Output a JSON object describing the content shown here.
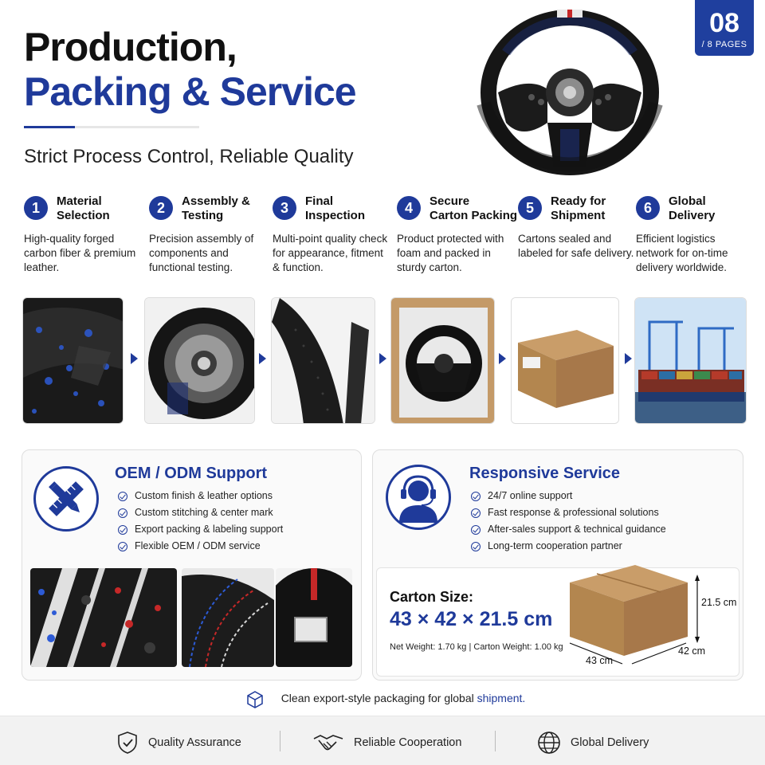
{
  "badge": {
    "number": "08",
    "label": "/ 8 PAGES"
  },
  "header": {
    "title_line1": "Production,",
    "title_line2": "Packing & Service",
    "subtitle": "Strict Process Control, Reliable Quality"
  },
  "steps": [
    {
      "number": "1",
      "title_line1": "Material",
      "title_line2": "Selection",
      "description": "High-quality forged carbon fiber & premium leather."
    },
    {
      "number": "2",
      "title_line1": "Assembly &",
      "title_line2": "Testing",
      "description": "Precision assembly of components and functional testing."
    },
    {
      "number": "3",
      "title_line1": "Final",
      "title_line2": "Inspection",
      "description": "Multi-point quality check for appearance, fitment & function."
    },
    {
      "number": "4",
      "title_line1": "Secure",
      "title_line2": "Carton Packing",
      "description": "Product protected with foam and packed in sturdy carton."
    },
    {
      "number": "5",
      "title_line1": "Ready for",
      "title_line2": "Shipment",
      "description": "Cartons sealed and labeled for safe delivery."
    },
    {
      "number": "6",
      "title_line1": "Global",
      "title_line2": "Delivery",
      "description": "Efficient logistics network for on-time delivery worldwide."
    }
  ],
  "oem_panel": {
    "title": "OEM / ODM Support",
    "items": [
      "Custom finish & leather options",
      "Custom stitching & center mark",
      "Export packing & labeling support",
      "Flexible OEM / ODM service"
    ],
    "icon": "pencil-ruler-icon"
  },
  "service_panel": {
    "title": "Responsive Service",
    "items": [
      "24/7 online support",
      "Fast response & professional solutions",
      "After-sales support & technical guidance",
      "Long-term cooperation partner"
    ],
    "icon": "headset-agent-icon"
  },
  "carton": {
    "label": "Carton Size:",
    "size": "43 × 42 × 21.5 cm",
    "weights": "Net Weight: 1.70 kg  |  Carton Weight: 1.00 kg",
    "dim_height": "21.5 cm",
    "dim_depth": "42 cm",
    "dim_width": "43 cm"
  },
  "footnote": {
    "text": "Clean export-style packaging for global ",
    "highlight": "shipment."
  },
  "bottom_bar": [
    {
      "label": "Quality Assurance",
      "icon": "shield-check-icon"
    },
    {
      "label": "Reliable Cooperation",
      "icon": "handshake-icon"
    },
    {
      "label": "Global Delivery",
      "icon": "globe-icon"
    }
  ],
  "colors": {
    "brand_blue": "#1f3a9a",
    "badge_blue": "#1f3f9e",
    "cardboard": "#b98a55"
  }
}
